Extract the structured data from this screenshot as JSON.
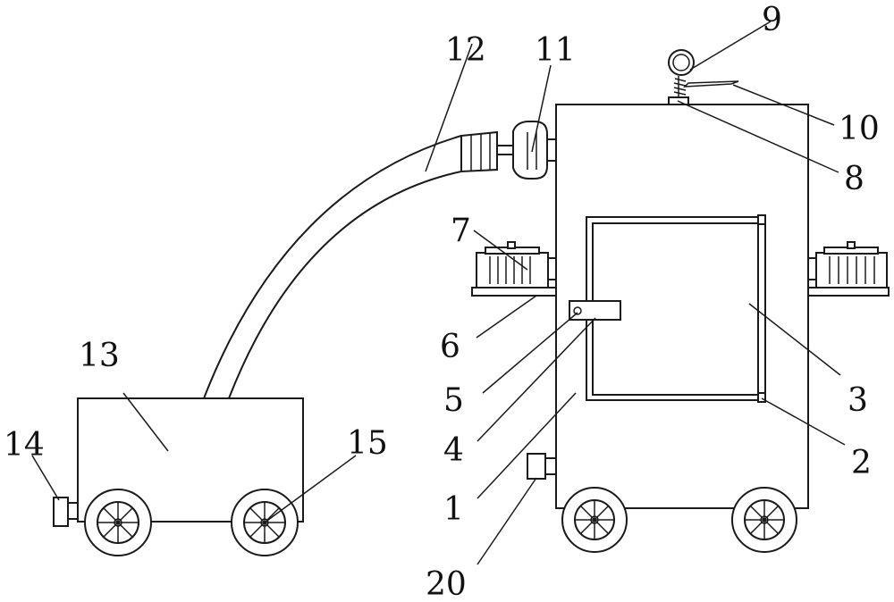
{
  "labels": {
    "l1": "1",
    "l2": "2",
    "l3": "3",
    "l4": "4",
    "l5": "5",
    "l6": "6",
    "l7": "7",
    "l8": "8",
    "l9": "9",
    "l10": "10",
    "l11": "11",
    "l12": "12",
    "l13": "13",
    "l14": "14",
    "l15": "15",
    "l20": "20"
  }
}
